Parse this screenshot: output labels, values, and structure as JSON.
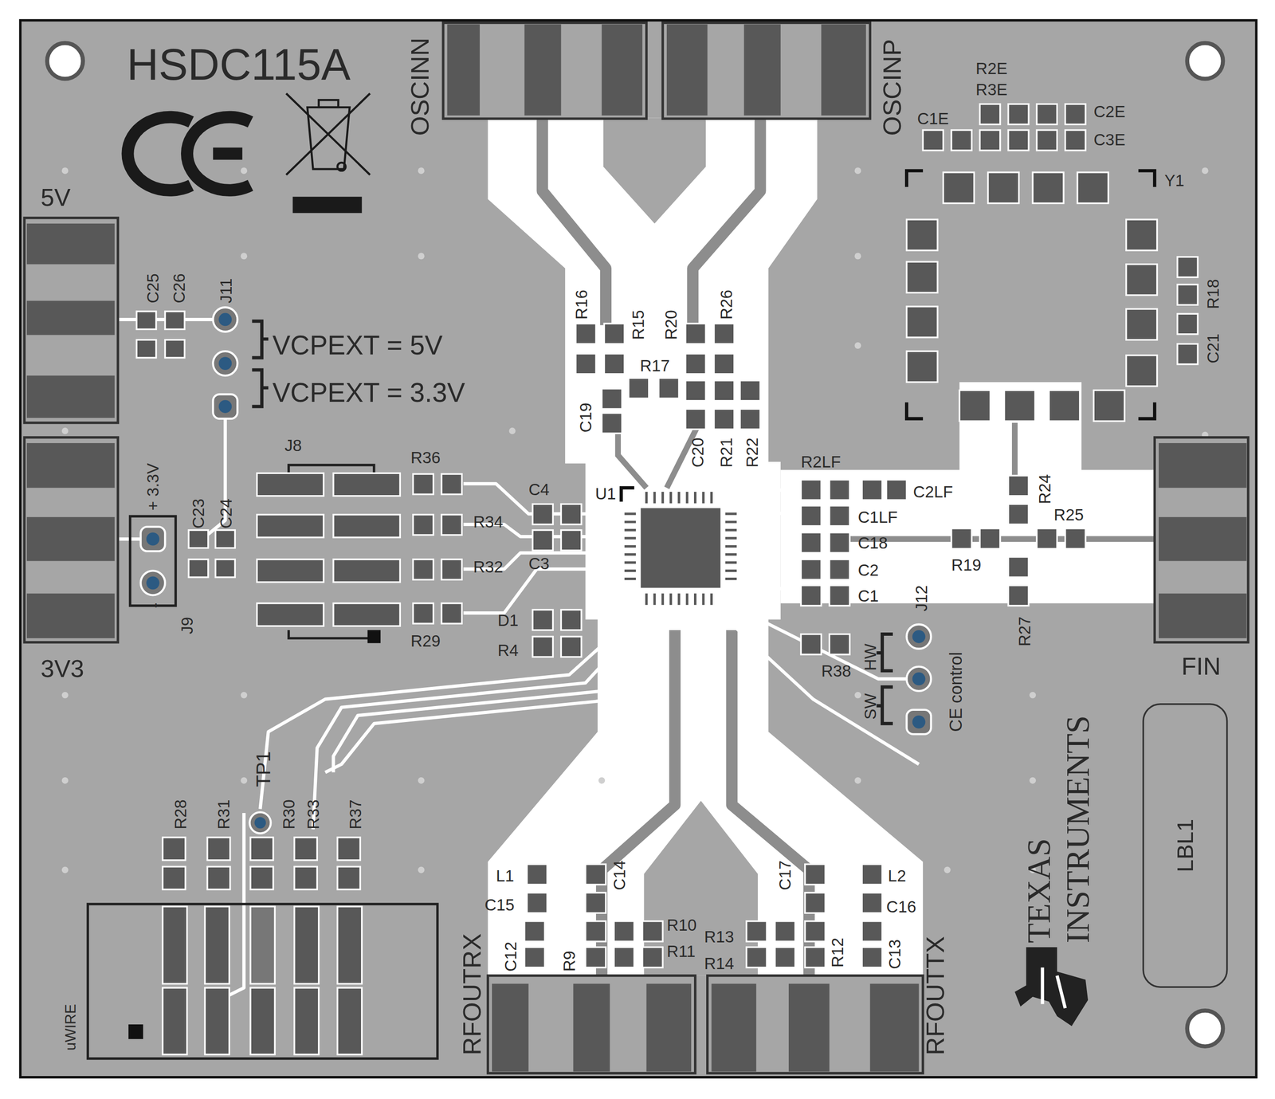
{
  "diagram": {
    "nodes": [
      {
        "text": [
          "LBL1"
        ]
      }
    ],
    "labels": [
      "HSDC115A",
      "OSCINN",
      "OSCINP",
      "R2E",
      "R3E",
      "C1E",
      "C2E",
      "C3E",
      "Y1",
      "5V",
      "C25",
      "C26",
      "J11",
      "VCPEXT = 5V",
      "VCPEXT = 3.3V",
      "R16",
      "R15",
      "R20",
      "R26",
      "R17",
      "R18",
      "C21",
      "C19",
      "C20",
      "R21",
      "R22",
      "J8",
      "R36",
      "R34",
      "R32",
      "R29",
      "+ 3.3V",
      "C23",
      "C24",
      "-",
      "J9",
      "C4",
      "C3",
      "U1",
      "D1",
      "R4",
      "R2LF",
      "C2LF",
      "C1LF",
      "C18",
      "C2",
      "C1",
      "R24",
      "R25",
      "R19",
      "R27",
      "J12",
      "HW",
      "SW",
      "CE control",
      "R38",
      "FIN",
      "3V3",
      "TP1",
      "R28",
      "R31",
      "R30",
      "R33",
      "R37",
      "uWIRE",
      "L1",
      "C14",
      "C15",
      "R10",
      "R11",
      "C12",
      "R9",
      "C17",
      "L2",
      "C16",
      "R13",
      "R14",
      "R12",
      "C13",
      "RFOUTRX",
      "RFOUTTX",
      "TEXAS",
      "INSTRUMENTS"
    ]
  }
}
